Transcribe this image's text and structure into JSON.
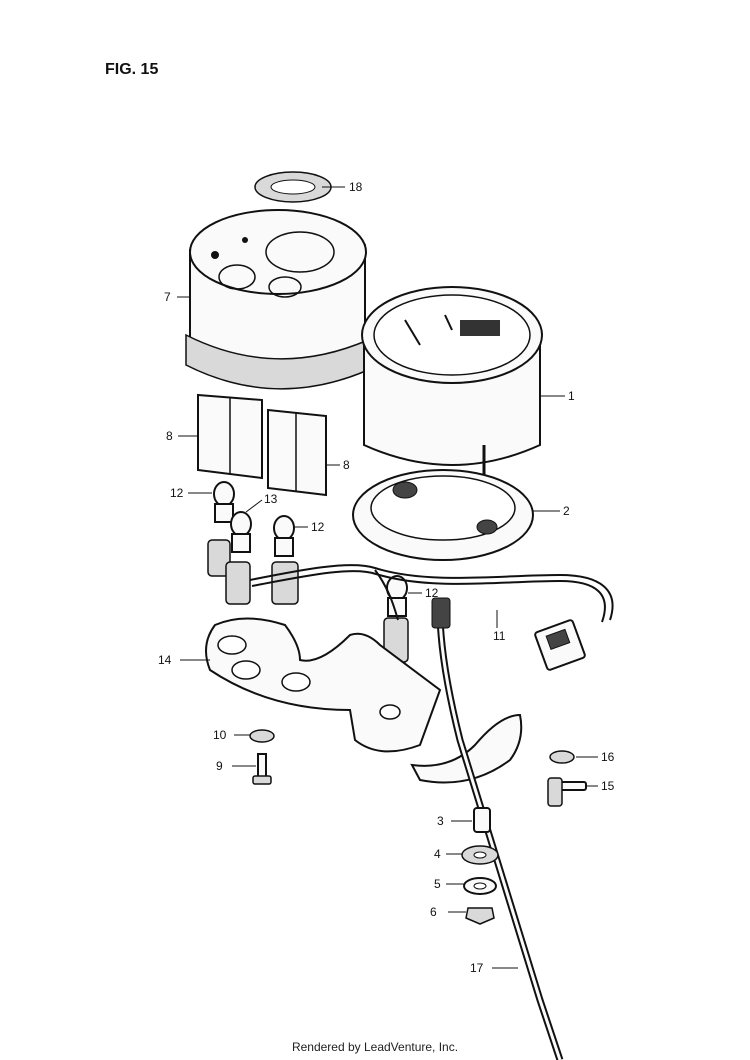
{
  "figure": {
    "title": "FIG. 15"
  },
  "callouts": {
    "p1": "1",
    "p2": "2",
    "p3": "3",
    "p4": "4",
    "p5": "5",
    "p6": "6",
    "p7": "7",
    "p8a": "8",
    "p8b": "8",
    "p9": "9",
    "p10": "10",
    "p11": "11",
    "p12a": "12",
    "p12b": "12",
    "p12c": "12",
    "p13": "13",
    "p14": "14",
    "p15": "15",
    "p16": "16",
    "p17": "17",
    "p18": "18"
  },
  "footer": {
    "text": "Rendered by LeadVenture, Inc."
  }
}
